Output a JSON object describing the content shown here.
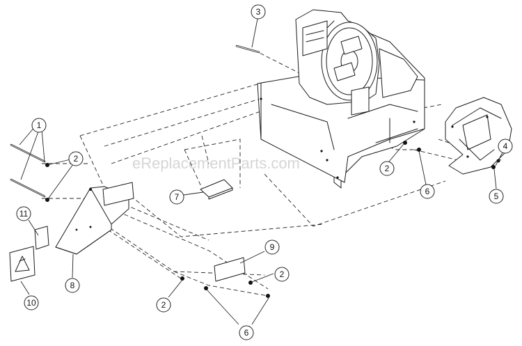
{
  "watermark": "eReplacementParts.com",
  "callouts": [
    {
      "id": "c1",
      "label": "1"
    },
    {
      "id": "c2a",
      "label": "2"
    },
    {
      "id": "c3",
      "label": "3"
    },
    {
      "id": "c2b",
      "label": "2"
    },
    {
      "id": "c6a",
      "label": "6"
    },
    {
      "id": "c4",
      "label": "4"
    },
    {
      "id": "c5",
      "label": "5"
    },
    {
      "id": "c7",
      "label": "7"
    },
    {
      "id": "c11",
      "label": "11"
    },
    {
      "id": "c9",
      "label": "9"
    },
    {
      "id": "c8",
      "label": "8"
    },
    {
      "id": "c2c",
      "label": "2"
    },
    {
      "id": "c10",
      "label": "10"
    },
    {
      "id": "c2d",
      "label": "2"
    },
    {
      "id": "c6b",
      "label": "6"
    }
  ]
}
